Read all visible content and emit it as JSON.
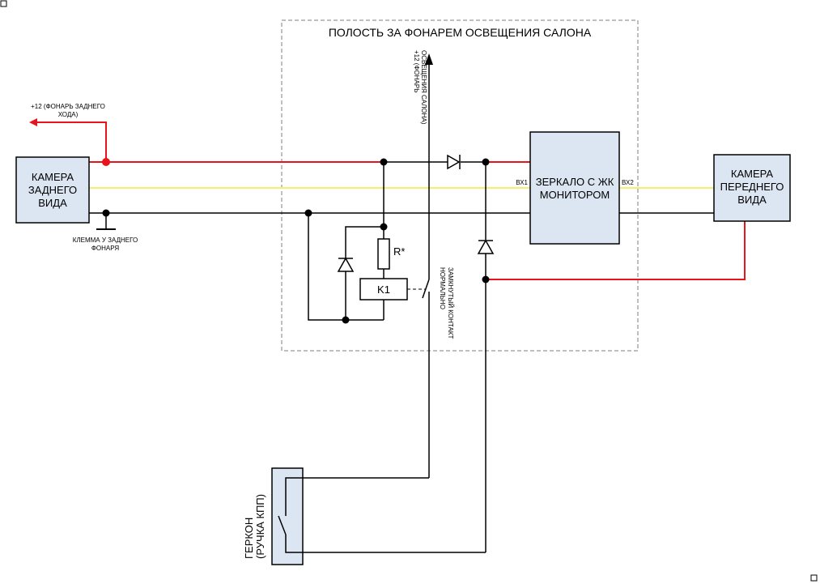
{
  "area_title": "ПОЛОСТЬ ЗА ФОНАРЕМ ОСВЕЩЕНИЯ САЛОНА",
  "rear_camera": {
    "line1": "КАМЕРА",
    "line2": "ЗАДНЕГО",
    "line3": "ВИДА"
  },
  "front_camera": {
    "line1": "КАМЕРА",
    "line2": "ПЕРЕДНЕГО",
    "line3": "ВИДА"
  },
  "mirror": {
    "line1": "ЗЕРКАЛО С ЖК",
    "line2": "МОНИТОРОМ",
    "in1": "ВХ1",
    "in2": "ВХ2"
  },
  "reverse_light": {
    "line1": "+12 (ФОНАРЬ ЗАДНЕГО",
    "line2": "ХОДА)"
  },
  "ground_terminal": {
    "line1": "КЛЕММА У ЗАДНЕГО",
    "line2": "ФОНАРЯ"
  },
  "interior_light": {
    "line1": "+12 (ФОНАРЬ",
    "line2": "ОСВЕЩЕНИЯ САЛОНА)"
  },
  "contact": {
    "line1": "НОРМАЛЬНО",
    "line2": "ЗАМКНУТЫЙ КОНТАКТ"
  },
  "relay_label": "K1",
  "resistor_label": "R*",
  "reed_switch": {
    "line1": "ГЕРКОН",
    "line2": "(РУЧКА КПП)"
  },
  "colors": {
    "power": "#e8141b",
    "video": "#f3f070",
    "ground": "#000000",
    "box_fill": "#dce6f2",
    "area_border": "#7f7f7f"
  }
}
